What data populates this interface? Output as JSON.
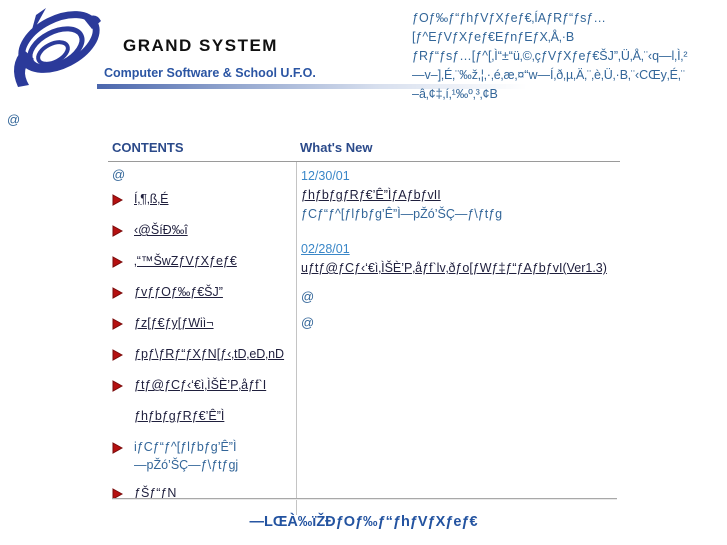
{
  "banner": {
    "logo_title": "GRAND SYSTEM",
    "logo_subtitle": "Computer Software & School U.F.O.",
    "intro_lines": [
      "ƒOƒ‰ƒ“ƒhƒVƒXƒeƒ€‚ÍAƒRƒ“ƒsƒ…",
      "[ƒ^EƒVƒXƒeƒ€EƒnƒEƒX‚Å‚·B",
      "ƒRƒ“ƒsƒ…[ƒ^[‚Ì“±“ü‚©‚çƒVƒXƒeƒ€ŠJ”‚Ü‚Å‚¨‹q—l‚Ì‚²",
      "—v–]‚É‚¨‰ž‚¦‚·‚é‚æ‚¤“w—Í‚ð‚µ‚Ä‚¨‚è‚Ü‚·B‚¨‹CŒy‚É‚¨",
      "–â‚¢‡‚í‚¹‰º‚³‚¢B"
    ]
  },
  "stray": {
    "topleft": "@",
    "contents": "@",
    "whatsnew_1": "@",
    "whatsnew_2": "@"
  },
  "contents": {
    "header": "CONTENTS",
    "items": [
      {
        "label": "Í‚¶‚ß‚É"
      },
      {
        "label": "‹@ŠíÐ‰î"
      },
      {
        "label": "‚“™ŠwZƒVƒXƒeƒ€"
      },
      {
        "label": "ƒvƒƒOƒ‰ƒ€ŠJ”"
      },
      {
        "label": "ƒz[ƒ€ƒy[ƒWiì¬"
      },
      {
        "label": "ƒpƒ\\ƒRƒ“ƒXƒN[ƒ‹‚tD‚eD‚nD"
      },
      {
        "label": "ƒtƒ@ƒCƒ‹‘€ì‚ÌŠÈ’P‚åƒf`I"
      },
      {
        "label": "ƒhƒbƒgƒRƒ€’Ê”Ì"
      },
      {
        "note_line1": "iƒCƒ“ƒ^[ƒlƒbƒg’Ê”Ì",
        "note_line2": "—pŽó’ŠÇ—ƒ\\ƒtƒgj"
      },
      {
        "label": "ƒŠƒ“ƒN"
      }
    ]
  },
  "whats_new": {
    "header": "What's New",
    "entries": [
      {
        "date": "12/30/01",
        "link": "ƒhƒbƒgƒRƒ€’Ê”ÌƒAƒbƒvII",
        "desc": "ƒCƒ“ƒ^[ƒlƒbƒg’Ê”Ì—pŽó’ŠÇ—ƒ\\ƒtƒg"
      },
      {
        "date": "02/28/01",
        "link": "uƒtƒ@ƒCƒ‹‘€ì‚ÌŠÈ’P‚åƒf`lv‚ðƒo[ƒWƒ‡ƒ“ƒAƒbƒvI(Ver1.3)",
        "desc": ""
      }
    ]
  },
  "footer": {
    "company": "—LŒÀ‰ïŽÐƒOƒ‰ƒ“ƒhƒVƒXƒeƒ€"
  },
  "colors": {
    "heading_navy": "#2B4A8A",
    "body_blue": "#336699",
    "date_blue": "#3A87C8",
    "link_dark": "#1F1F3D",
    "bullet_red": "#B51010",
    "brand_blue": "#2B55A3",
    "logo_navy": "#2B3A9A"
  }
}
